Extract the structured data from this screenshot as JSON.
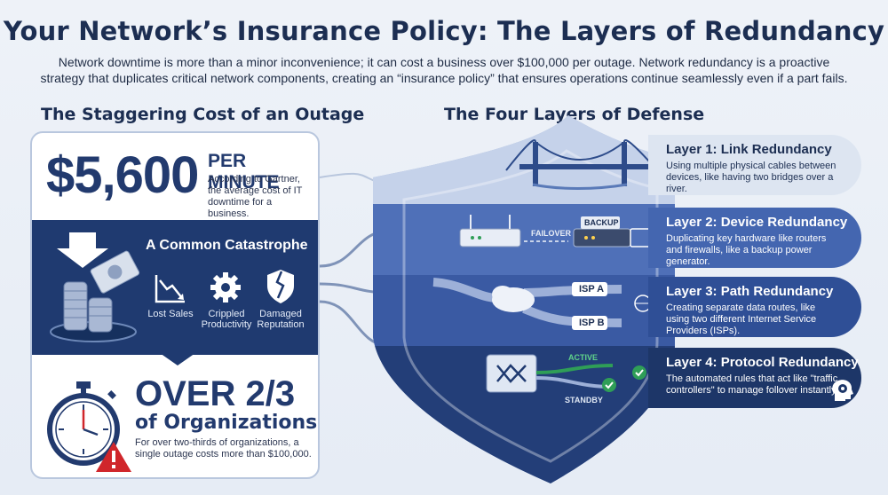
{
  "title": "Your Network’s Insurance Policy: The Layers of Redundancy",
  "intro": "Network downtime is more than a minor inconvenience; it can cost a business over $100,000 per outage. Network redundancy is a proactive strategy that duplicates critical network components, creating an “insurance policy” that ensures operations continue seamlessly even if a part fails.",
  "left": {
    "heading": "The Staggering Cost of an Outage",
    "cost": "$5,600",
    "per_minute": "PER MINUTE",
    "gartner": "According to Gartner, the average cost of IT downtime for a business.",
    "catastrophe": "A Common Catastrophe",
    "impacts": [
      {
        "label": "Lost Sales",
        "icon": "chart-down-icon"
      },
      {
        "label": "Crippled Productivity",
        "icon": "gear-icon"
      },
      {
        "label": "Damaged Reputation",
        "icon": "broken-shield-icon"
      }
    ],
    "over": "OVER 2/3",
    "orgs": "of Organizations",
    "org_note": "For over two-thirds of organizations, a single outage costs more than $100,000."
  },
  "right": {
    "heading": "The Four Layers of Defense",
    "labels": {
      "failover": "FAILOVER",
      "backup": "BACKUP",
      "isp_a": "ISP A",
      "isp_b": "ISP B",
      "active": "ACTIVE",
      "standby": "STANDBY"
    },
    "layers": [
      {
        "title": "Layer 1: Link Redundancy",
        "desc": "Using multiple physical cables between devices, like having two bridges over a river."
      },
      {
        "title": "Layer 2: Device Redundancy",
        "desc": "Duplicating key hardware like routers and firewalls, like a backup power generator."
      },
      {
        "title": "Layer 3: Path Redundancy",
        "desc": "Creating separate data routes, like using two different Internet Service Providers (ISPs)."
      },
      {
        "title": "Layer 4: Protocol Redundancy",
        "desc": "The automated rules that act like \"traffic controllers\" to manage follover instantly."
      }
    ]
  },
  "colors": {
    "navy": "#1f3a70",
    "blue": "#3f62ad",
    "light": "#dfe7f3",
    "alert": "#d0262b",
    "green": "#2f9e57"
  }
}
